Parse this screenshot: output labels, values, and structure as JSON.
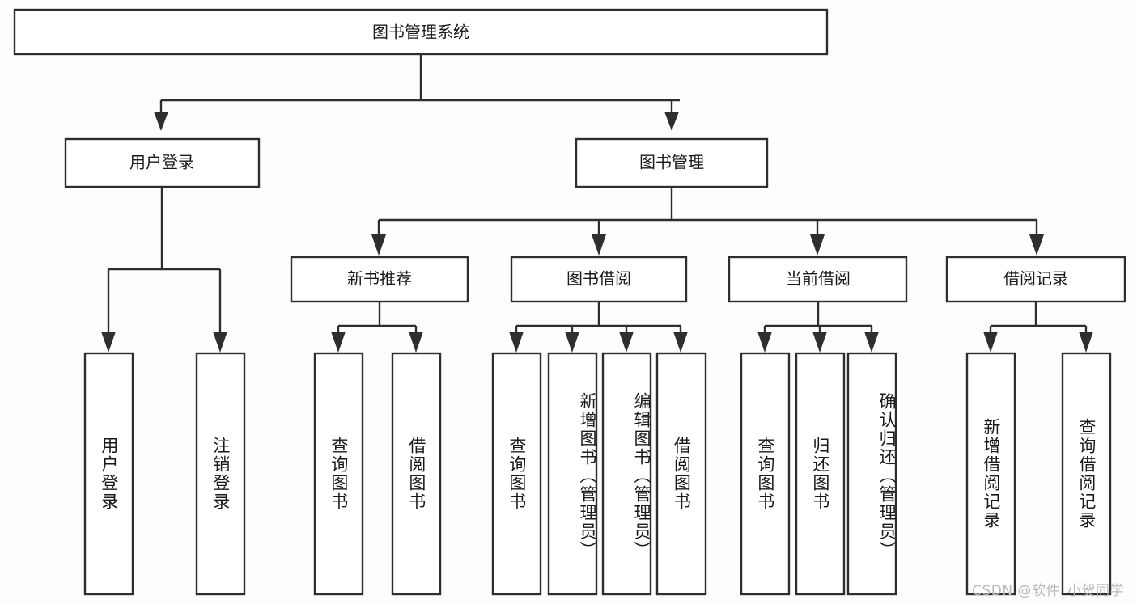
{
  "diagram": {
    "type": "tree-hierarchy-chart",
    "title": "图书管理系统",
    "background_color": "#fdfdfd",
    "line_color": "#2e2e2e",
    "box_fill": "#ffffff",
    "root": {
      "label": "图书管理系统"
    },
    "level2": [
      {
        "label": "用户登录"
      },
      {
        "label": "图书管理"
      }
    ],
    "level3": [
      {
        "label": "新书推荐"
      },
      {
        "label": "图书借阅"
      },
      {
        "label": "当前借阅"
      },
      {
        "label": "借阅记录"
      }
    ],
    "leaves": {
      "user_login": [
        {
          "label": "用户登录"
        },
        {
          "label": "注销登录"
        }
      ],
      "new_book_recommend": [
        {
          "label": "查询图书"
        },
        {
          "label": "借阅图书"
        }
      ],
      "book_borrow": [
        {
          "label": "查询图书"
        },
        {
          "label": "新增图书（管理员）"
        },
        {
          "label": "编辑图书（管理员）"
        },
        {
          "label": "借阅图书"
        }
      ],
      "current_borrow": [
        {
          "label": "查询图书"
        },
        {
          "label": "归还图书"
        },
        {
          "label": "确认归还（管理员）"
        }
      ],
      "borrow_record": [
        {
          "label": "新增借阅记录"
        },
        {
          "label": "查询借阅记录"
        }
      ]
    },
    "watermark": "CSDN @软件_小贺同学"
  }
}
